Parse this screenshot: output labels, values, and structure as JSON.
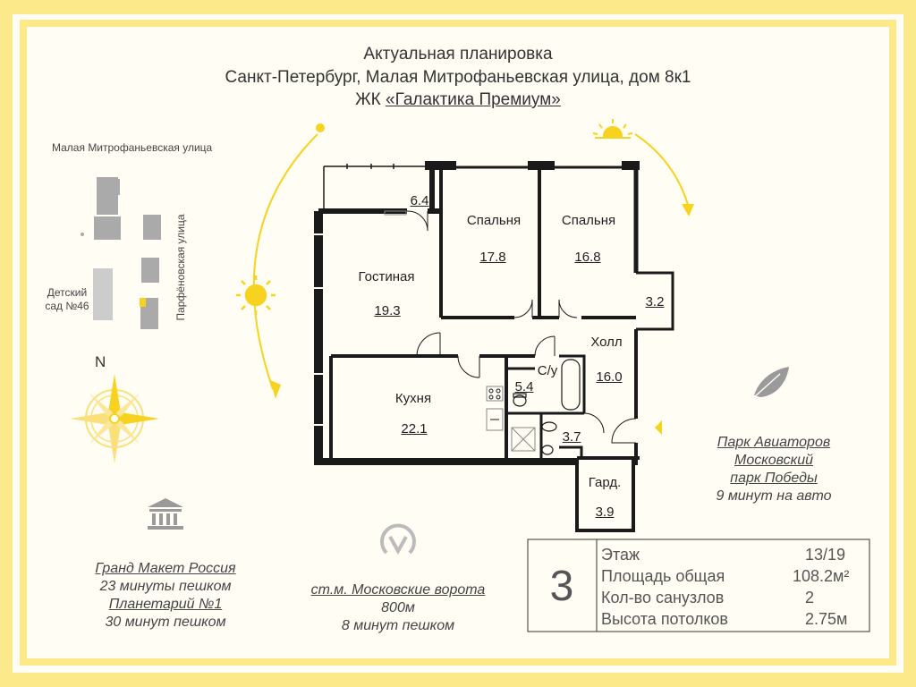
{
  "header": {
    "line1": "Актуальная планировка",
    "line2": "Санкт-Петербург, Малая Митрофаньевская улица, дом 8к1",
    "line3_prefix": "ЖК ",
    "line3_link": "«Галактика Премиум»"
  },
  "map": {
    "street_top": "Малая Митрофаньевская улица",
    "street_side": "Парфёновская улица",
    "kindergarten_line1": "Детский",
    "kindergarten_line2": "сад №46",
    "compass_letter": "N"
  },
  "rooms": [
    {
      "id": "balcony",
      "name": "",
      "area": "6.4"
    },
    {
      "id": "bedroom1",
      "name": "Спальня",
      "area": "17.8"
    },
    {
      "id": "bedroom2",
      "name": "Спальня",
      "area": "16.8"
    },
    {
      "id": "living",
      "name": "Гостиная",
      "area": "19.3"
    },
    {
      "id": "closet",
      "name": "",
      "area": "3.2"
    },
    {
      "id": "hall",
      "name": "Холл",
      "area": "16.0"
    },
    {
      "id": "bath",
      "name": "С/у",
      "area": "5.4"
    },
    {
      "id": "kitchen",
      "name": "Кухня",
      "area": "22.1"
    },
    {
      "id": "wc",
      "name": "",
      "area": "3.7"
    },
    {
      "id": "wardrobe",
      "name": "Гард.",
      "area": "3.9"
    }
  ],
  "poi_left": {
    "line1": "Гранд Макет Россия",
    "line2": "23 минуты пешком",
    "line3": "Планетарий №1",
    "line4": "30 минут пешком"
  },
  "poi_metro": {
    "line1": "ст.м. Московские ворота",
    "line2": "800м",
    "line3": "8 минут пешком"
  },
  "poi_right": {
    "line1": "Парк Авиаторов",
    "line2": "Московский",
    "line3": "парк Победы",
    "line4": "9 минут на авто"
  },
  "info": {
    "rooms_count": "3",
    "rows": [
      {
        "label": "Этаж",
        "value": "13/19"
      },
      {
        "label": "Площадь общая",
        "value": "108.2м²"
      },
      {
        "label": "Кол-во санузлов",
        "value": "2"
      },
      {
        "label": "Высота потолков",
        "value": "2.75м"
      }
    ]
  },
  "colors": {
    "accent_yellow": "#fce98a",
    "sun_yellow": "#f7d320",
    "wall": "#1a1a1a"
  }
}
